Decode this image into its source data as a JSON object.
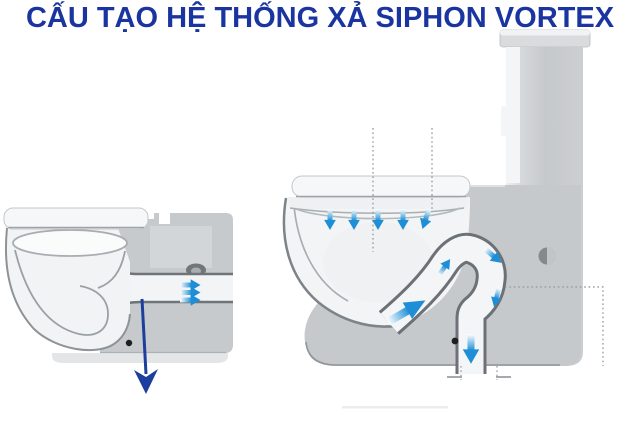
{
  "title": "CẤU TẠO HỆ THỐNG XẢ SIPHON VORTEX",
  "colors": {
    "background": "#ffffff",
    "title_text": "#1b35a0",
    "flow_arrow_blue": "#1e8fd6",
    "long_arrow_navy": "#1c3f9e",
    "porcelain_white": "#f5f6f7",
    "body_gray": "#c7cacc",
    "outline_gray": "#6e7478",
    "dotted_guide_gray": "#9ba0a3"
  },
  "icons": {
    "flow_arrow": "white-to-blue gradient arrow showing water flow",
    "drain_arrow": "long navy arrow pointing down to drain",
    "dotted_guide": "dotted measurement guide line"
  }
}
